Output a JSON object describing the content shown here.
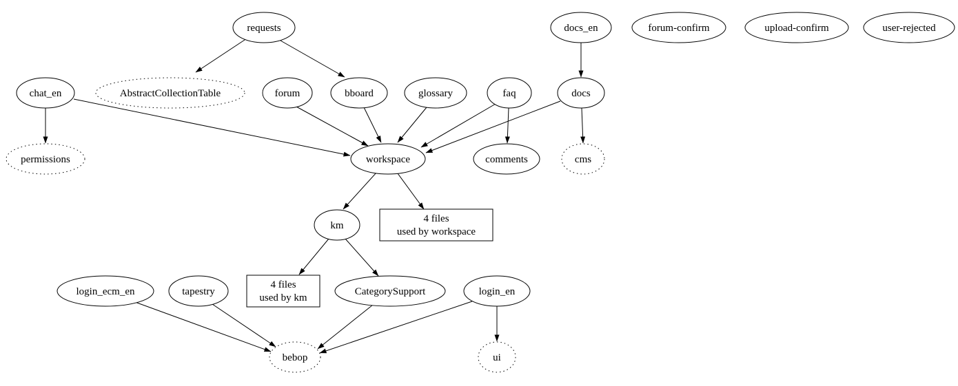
{
  "diagram_type": "dependency-graph",
  "colors": {
    "background": "#ffffff",
    "node_stroke": "#000000",
    "text": "#000000"
  },
  "nodes": {
    "requests": "requests",
    "docs_en": "docs_en",
    "forum_confirm": "forum-confirm",
    "upload_confirm": "upload-confirm",
    "user_rejected": "user-rejected",
    "chat_en": "chat_en",
    "abstract_collection_table": "AbstractCollectionTable",
    "forum": "forum",
    "bboard": "bboard",
    "glossary": "glossary",
    "faq": "faq",
    "docs": "docs",
    "permissions": "permissions",
    "workspace": "workspace",
    "comments": "comments",
    "cms": "cms",
    "km": "km",
    "files_workspace_line1": "4 files",
    "files_workspace_line2": "used by workspace",
    "login_ecm_en": "login_ecm_en",
    "tapestry": "tapestry",
    "files_km_line1": "4 files",
    "files_km_line2": "used by km",
    "category_support": "CategorySupport",
    "login_en": "login_en",
    "bebop": "bebop",
    "ui": "ui"
  },
  "edges": [
    {
      "from": "requests",
      "to": "AbstractCollectionTable"
    },
    {
      "from": "requests",
      "to": "bboard"
    },
    {
      "from": "chat_en",
      "to": "permissions"
    },
    {
      "from": "chat_en",
      "to": "workspace"
    },
    {
      "from": "forum",
      "to": "workspace"
    },
    {
      "from": "bboard",
      "to": "workspace"
    },
    {
      "from": "glossary",
      "to": "workspace"
    },
    {
      "from": "faq",
      "to": "workspace"
    },
    {
      "from": "docs",
      "to": "workspace"
    },
    {
      "from": "docs_en",
      "to": "docs"
    },
    {
      "from": "faq",
      "to": "comments"
    },
    {
      "from": "docs",
      "to": "cms"
    },
    {
      "from": "workspace",
      "to": "km"
    },
    {
      "from": "workspace",
      "to": "4 files used by workspace"
    },
    {
      "from": "km",
      "to": "4 files used by km"
    },
    {
      "from": "km",
      "to": "CategorySupport"
    },
    {
      "from": "login_ecm_en",
      "to": "bebop"
    },
    {
      "from": "tapestry",
      "to": "bebop"
    },
    {
      "from": "CategorySupport",
      "to": "bebop"
    },
    {
      "from": "login_en",
      "to": "bebop"
    },
    {
      "from": "login_en",
      "to": "ui"
    }
  ]
}
